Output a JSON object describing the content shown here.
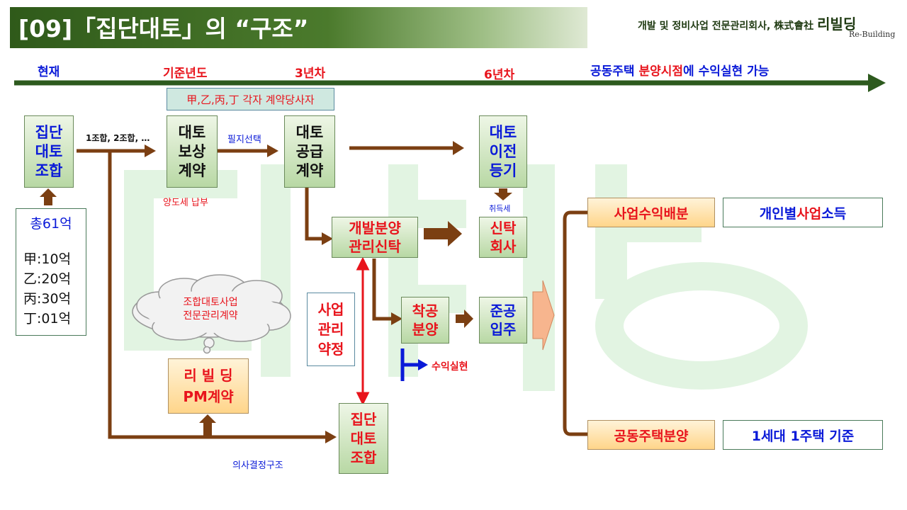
{
  "header": {
    "title": "[09]「집단대토」의 “구조”",
    "company": "개발 및 정비사업 전문관리회사, 株式會社",
    "brand": "리빌딩",
    "brand_en": "Re-Building"
  },
  "timeline": {
    "now": "현재",
    "base_year": "기준년도",
    "year3": "3년차",
    "year6": "6년차",
    "goal_part1": "공동주택 ",
    "goal_part2": "분양시점",
    "goal_part3": "에 수익실현 가능"
  },
  "boxes": {
    "contract_parties": "甲,乙,丙,丁 각자 계약당사자",
    "union": "집단\n대토\n조합",
    "total": "총61억",
    "shares": [
      "甲:10억",
      "乙:20억",
      "丙:30억",
      "丁:01억"
    ],
    "compensation": "대토\n보상\n계약",
    "supply": "대토\n공급\n계약",
    "transfer": "대토\n이전\n등기",
    "trust_mgmt": "개발분양\n관리신탁",
    "trust_company": "신탁\n회사",
    "construction": "착공\n분양",
    "completion": "준공\n입주",
    "profit_dist": "사업수익배분",
    "individual_income": [
      "개인별 ",
      "사업",
      "소득"
    ],
    "apt_sale": "공동주택분양",
    "one_house": "1세대 1주택 기준",
    "business_agreement": "사업\n관리\n약정",
    "rebuilding_pm": "리 빌 딩\nPM계약",
    "union_bottom": "집단\n대토\n조합"
  },
  "labels": {
    "unions": "1조합, 2조합, …",
    "parcel_select": "필지선택",
    "transfer_tax": "양도세 납부",
    "acquisition_tax": "취득세",
    "profit_realize": "수익실현",
    "decision_structure": "의사결정구조",
    "cloud": "조합대토사업\n전문관리계약"
  },
  "colors": {
    "header_bg": "#3c6321",
    "arrow_brown": "#7b3f12",
    "timeline_green": "#2d5a1e",
    "blue": "#0a1ad8",
    "red": "#e8141c"
  }
}
